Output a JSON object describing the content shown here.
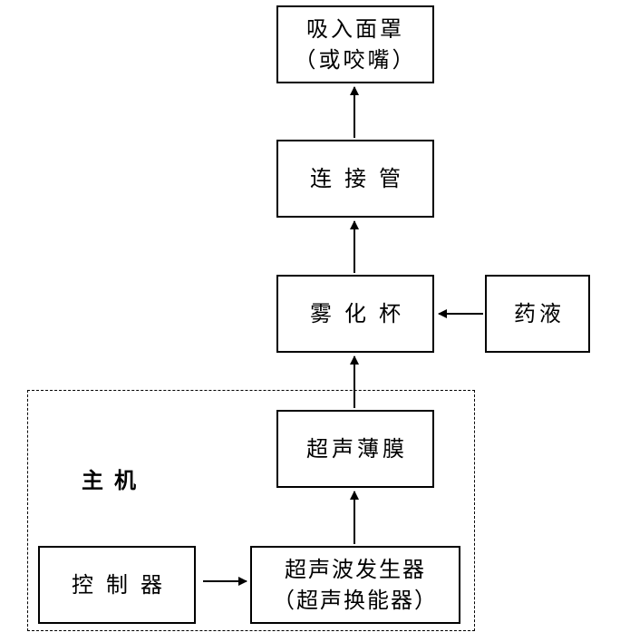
{
  "nodes": {
    "mask": {
      "line1": "吸入面罩",
      "line2": "（或咬嘴）"
    },
    "connector": {
      "label": "连接管"
    },
    "cup": {
      "label": "雾化杯"
    },
    "liquid": {
      "label": "药液"
    },
    "membrane": {
      "label": "超声薄膜"
    },
    "generator": {
      "line1": "超声波发生器",
      "line2": "（超声换能器）"
    },
    "controller": {
      "label": "控制器"
    }
  },
  "group": {
    "label": "主机"
  }
}
